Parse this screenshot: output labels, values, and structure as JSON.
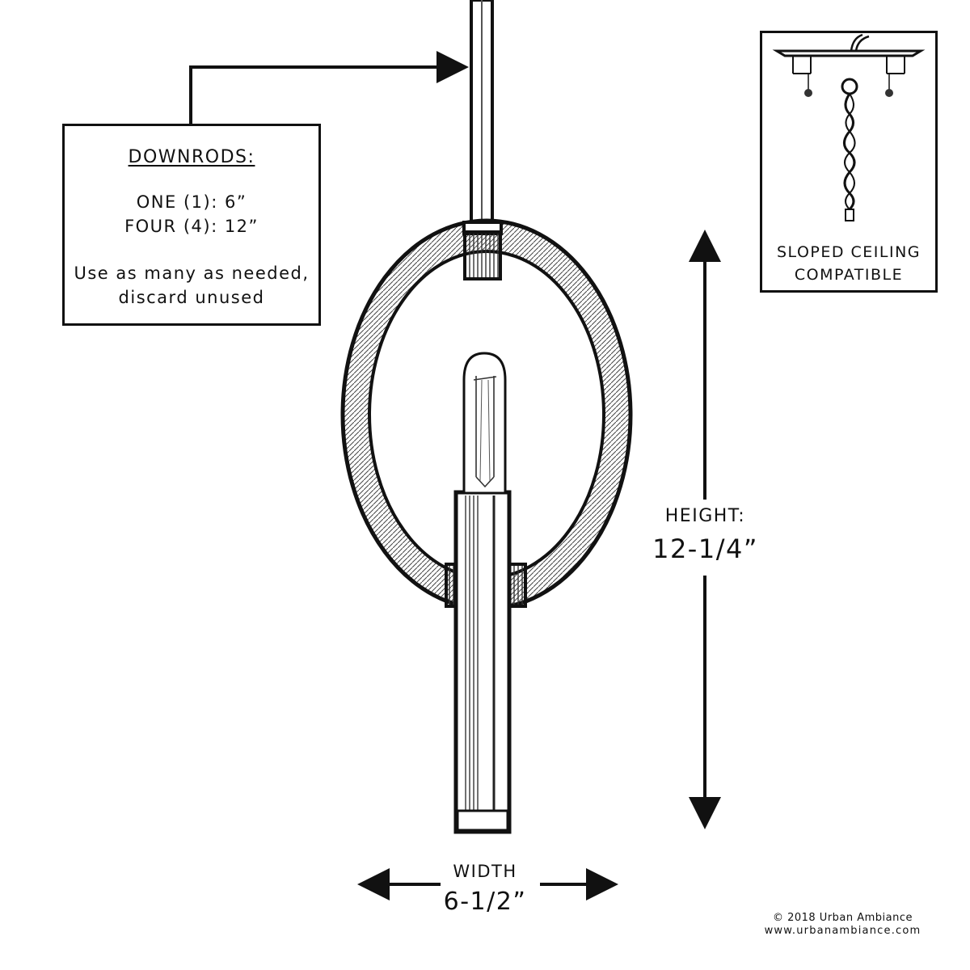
{
  "downrods": {
    "title": "DOWNRODS:",
    "line1": "ONE (1): 6”",
    "line2": "FOUR (4): 12”",
    "note_line1": "Use as many as needed,",
    "note_line2": "discard unused"
  },
  "sloped_ceiling": {
    "line1": "SLOPED CEILING",
    "line2": "COMPATIBLE"
  },
  "height": {
    "label": "HEIGHT:",
    "value": "12-1/4”"
  },
  "width": {
    "label": "WIDTH",
    "value": "6-1/2”"
  },
  "footer": {
    "copyright": "© 2018 Urban Ambiance",
    "website": "www.urbanambiance.com"
  }
}
